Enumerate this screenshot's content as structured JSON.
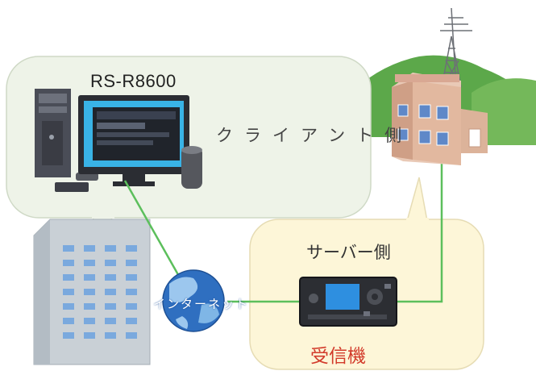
{
  "labels": {
    "software_title": "RS-R8600",
    "client_side": "クライアント側",
    "server_side": "サーバー側",
    "receiver": "受信機",
    "internet": "インターネット"
  },
  "colors": {
    "client_bubble": "#eef3e8",
    "server_bubble": "#fdf6d8",
    "link_line": "#5cbf5c",
    "receiver_text": "#d23a2a",
    "hills": "#5ca84a"
  },
  "icons": [
    "desktop-pc-icon",
    "monitor-icon",
    "speaker-icon",
    "office-building-icon",
    "house-icon",
    "antenna-tower-icon",
    "globe-icon",
    "receiver-icon"
  ]
}
